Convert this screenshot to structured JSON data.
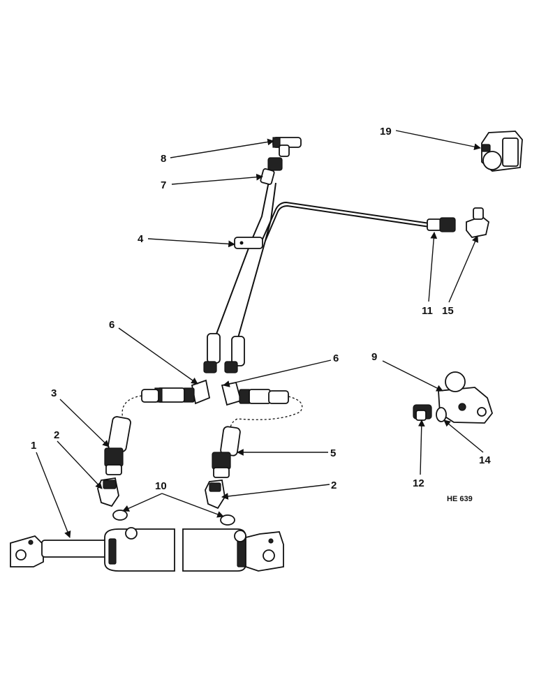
{
  "diagram": {
    "drawing_code": "HE 639",
    "callouts": {
      "c1": "1",
      "c2a": "2",
      "c2b": "2",
      "c3": "3",
      "c4": "4",
      "c5": "5",
      "c6a": "6",
      "c6b": "6",
      "c7": "7",
      "c8": "8",
      "c9": "9",
      "c10": "10",
      "c11": "11",
      "c12": "12",
      "c14": "14",
      "c15": "15",
      "c19": "19"
    }
  }
}
